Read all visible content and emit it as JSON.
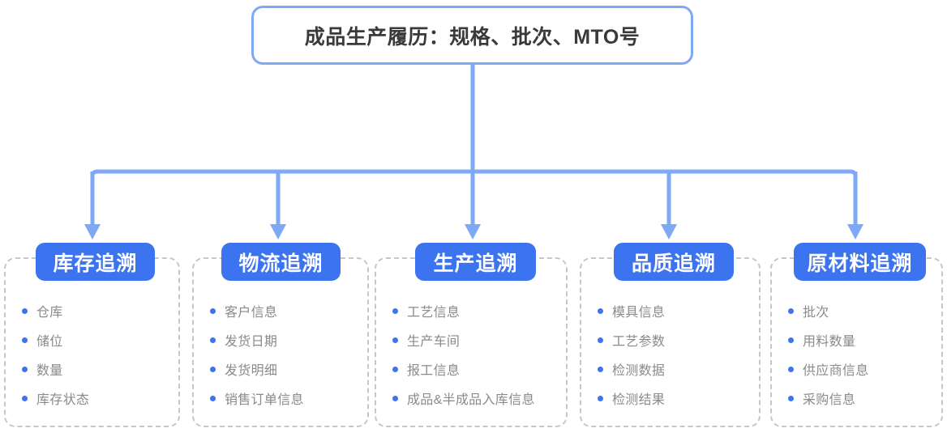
{
  "colors": {
    "pill_blue": "#3C74F0",
    "connector_blue": "#7FA8F5",
    "title_border": "#7FA8F5",
    "dashed_border": "#C6C6C6",
    "item_text": "#8A8A8A",
    "title_text": "#3A3A3A",
    "background": "#FFFFFF"
  },
  "title": {
    "text": "成品生产履历：规格、批次、MTO号"
  },
  "columns": [
    {
      "pill_label": "库存追溯",
      "items": [
        "仓库",
        "储位",
        "数量",
        "库存状态"
      ]
    },
    {
      "pill_label": "物流追溯",
      "items": [
        "客户信息",
        "发货日期",
        "发货明细",
        "销售订单信息"
      ]
    },
    {
      "pill_label": "生产追溯",
      "items": [
        "工艺信息",
        "生产车间",
        "报工信息",
        "成品&半成品入库信息"
      ]
    },
    {
      "pill_label": "品质追溯",
      "items": [
        "模具信息",
        "工艺参数",
        "检测数据",
        "检测结果"
      ]
    },
    {
      "pill_label": "原材料追溯",
      "items": [
        "批次",
        "用料数量",
        "供应商信息",
        "采购信息"
      ]
    }
  ],
  "connector": {
    "icon": "down-arrow-icon",
    "arrow_count": 5
  }
}
